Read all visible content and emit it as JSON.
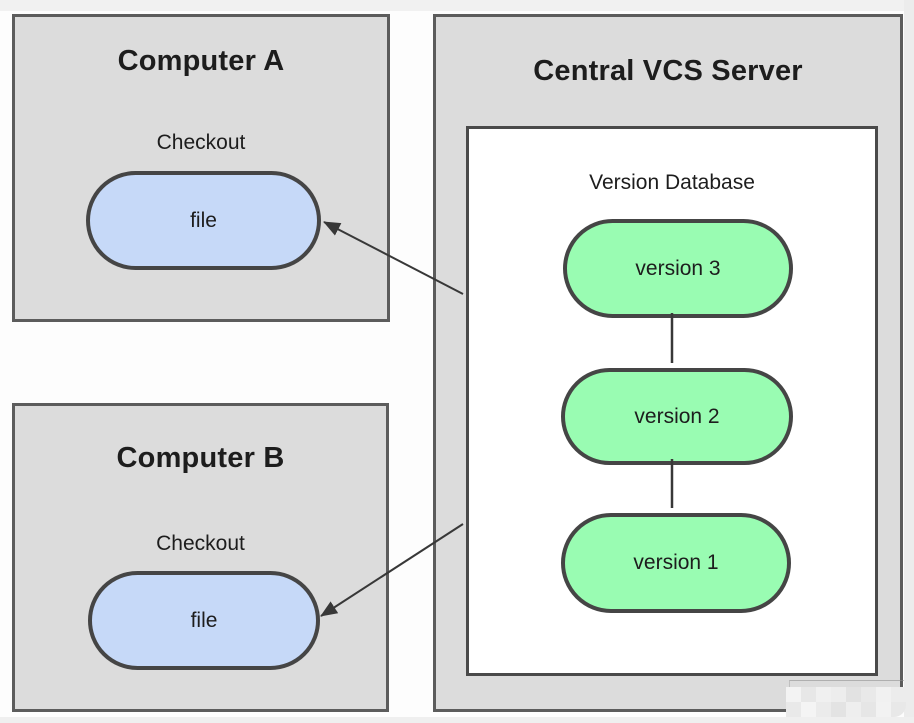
{
  "panels": {
    "computer_a": {
      "title": "Computer A",
      "checkout_label": "Checkout",
      "file_label": "file"
    },
    "computer_b": {
      "title": "Computer B",
      "checkout_label": "Checkout",
      "file_label": "file"
    },
    "server": {
      "title": "Central VCS Server",
      "database": {
        "title": "Version Database",
        "versions": [
          {
            "label": "version 3"
          },
          {
            "label": "version 2"
          },
          {
            "label": "version 1"
          }
        ]
      }
    }
  },
  "colors": {
    "panel_fill": "#dcdcdc",
    "panel_border": "#5c5c5c",
    "database_fill": "#ffffff",
    "file_fill": "#c6d9f8",
    "version_fill": "#99fcb2",
    "node_border": "#454545",
    "arrow_color": "#383838",
    "text_color": "#1d1d1d"
  },
  "watermark": {
    "mosaic_rows": [
      [
        "#f3f3f3",
        "#e7e7e7",
        "#f0f0f0",
        "#ededed",
        "#e2e2e2",
        "#e9e9e9",
        "#f1f1f1",
        "#ececec"
      ],
      [
        "#e9e9e9",
        "#f4f4f4",
        "#ebebeb",
        "#e3e3e3",
        "#eeeeee",
        "#e6e6e6",
        "#f2f2f2",
        "#e8e8e8"
      ]
    ]
  }
}
